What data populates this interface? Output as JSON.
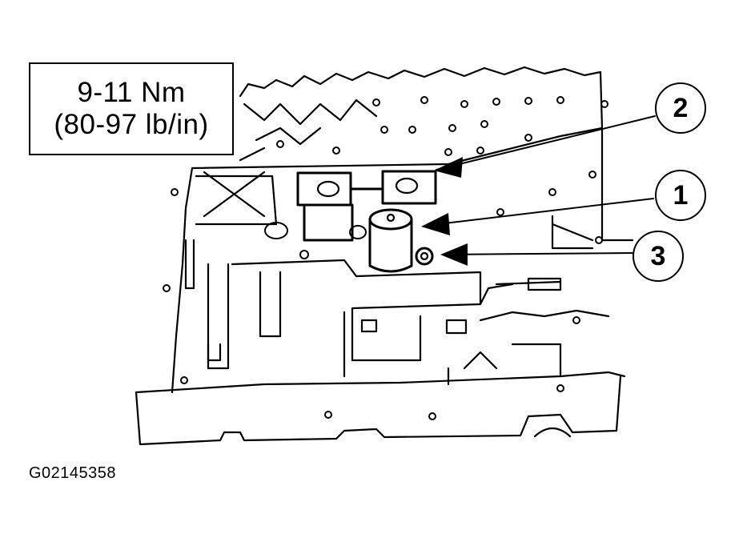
{
  "torque_spec": {
    "metric": "9-11 Nm",
    "imperial": "(80-97 lb/in)"
  },
  "callouts": [
    {
      "id": "2",
      "label": "2"
    },
    {
      "id": "1",
      "label": "1"
    },
    {
      "id": "3",
      "label": "3"
    }
  ],
  "figure_code": "G02145358"
}
